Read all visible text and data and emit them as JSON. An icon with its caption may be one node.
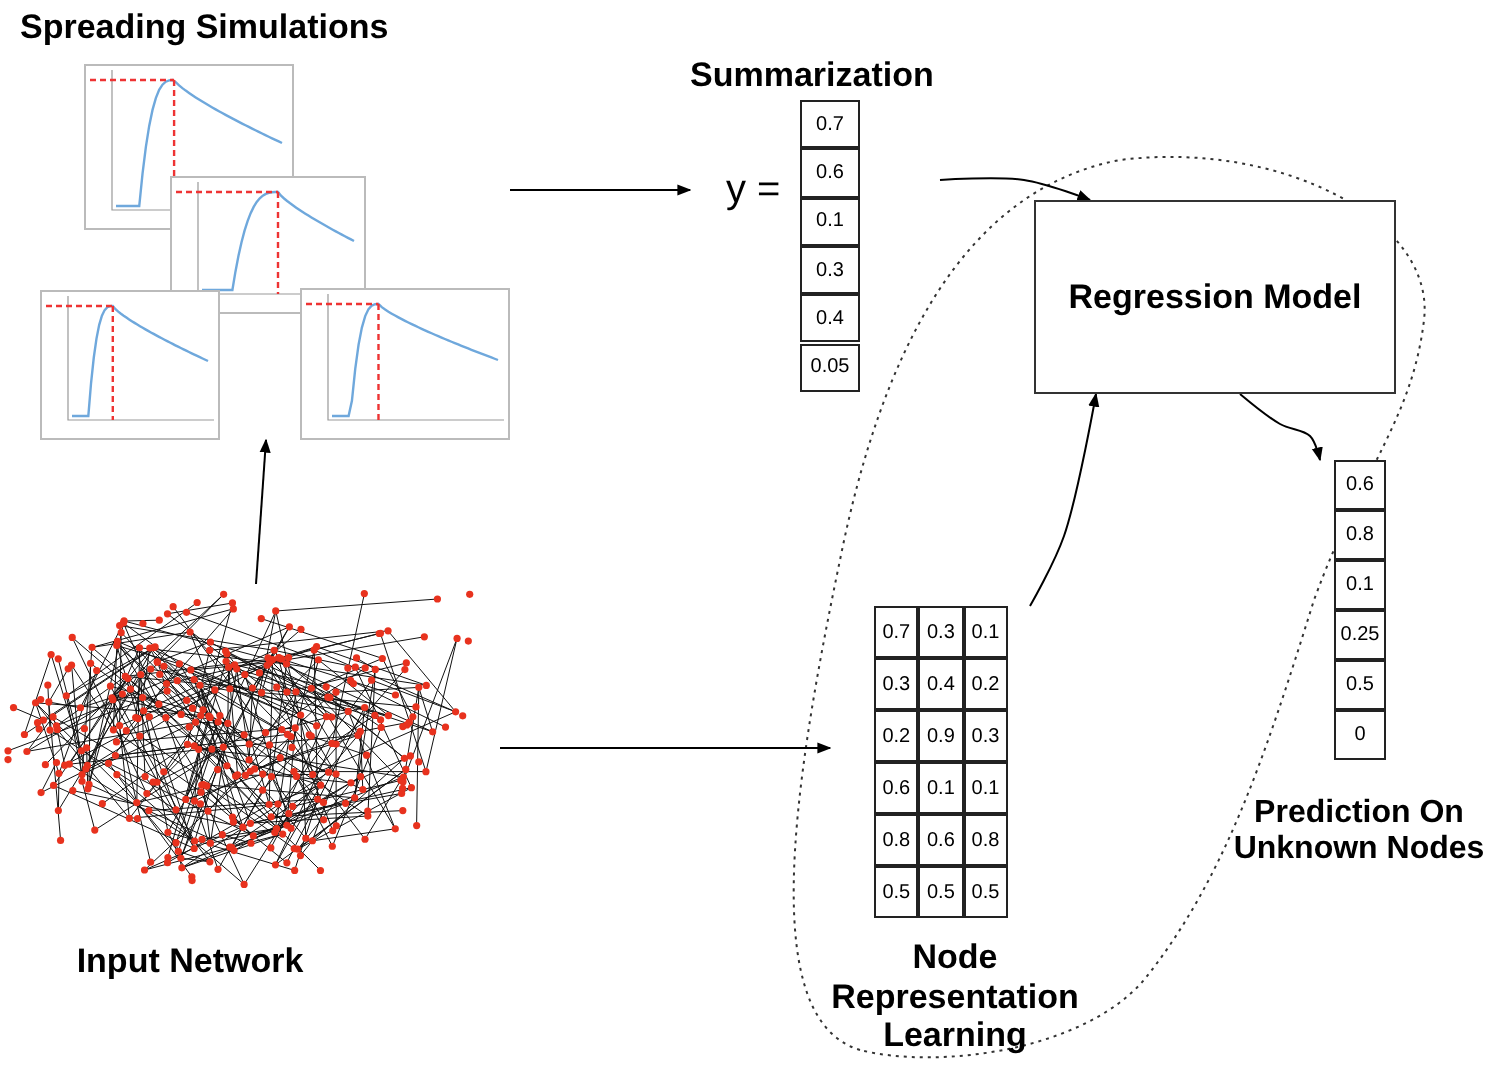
{
  "diagram": {
    "nodes": [
      {
        "text": [
          "Spreading Simulations"
        ]
      },
      {
        "text": [
          "Summarization"
        ]
      },
      {
        "text": [
          "Regression Model"
        ]
      },
      {
        "text": [
          "Node Representation Learning"
        ]
      },
      {
        "text": [
          "Prediction On Unknown Nodes"
        ]
      },
      {
        "text": [
          "Input Network"
        ]
      }
    ],
    "edges": [
      {
        "from": 5,
        "to": 0,
        "arrow": "to"
      },
      {
        "from": 0,
        "to": 1,
        "arrow": "to"
      },
      {
        "from": 1,
        "to": 2,
        "arrow": "to"
      },
      {
        "from": 3,
        "to": 2,
        "arrow": "to"
      },
      {
        "from": 2,
        "to": 4,
        "arrow": "to"
      },
      {
        "from": 5,
        "to": 3,
        "arrow": "to"
      }
    ],
    "labels": [
      "y =",
      "0.7",
      "0.6",
      "0.1",
      "0.3",
      "0.4",
      "0.05",
      "0.7",
      "0.3",
      "0.1",
      "0.3",
      "0.4",
      "0.2",
      "0.2",
      "0.9",
      "0.3",
      "0.6",
      "0.1",
      "0.1",
      "0.8",
      "0.6",
      "0.8",
      "0.5",
      "0.5",
      "0.5",
      "0.6",
      "0.8",
      "0.1",
      "0.25",
      "0.5",
      "0"
    ]
  }
}
